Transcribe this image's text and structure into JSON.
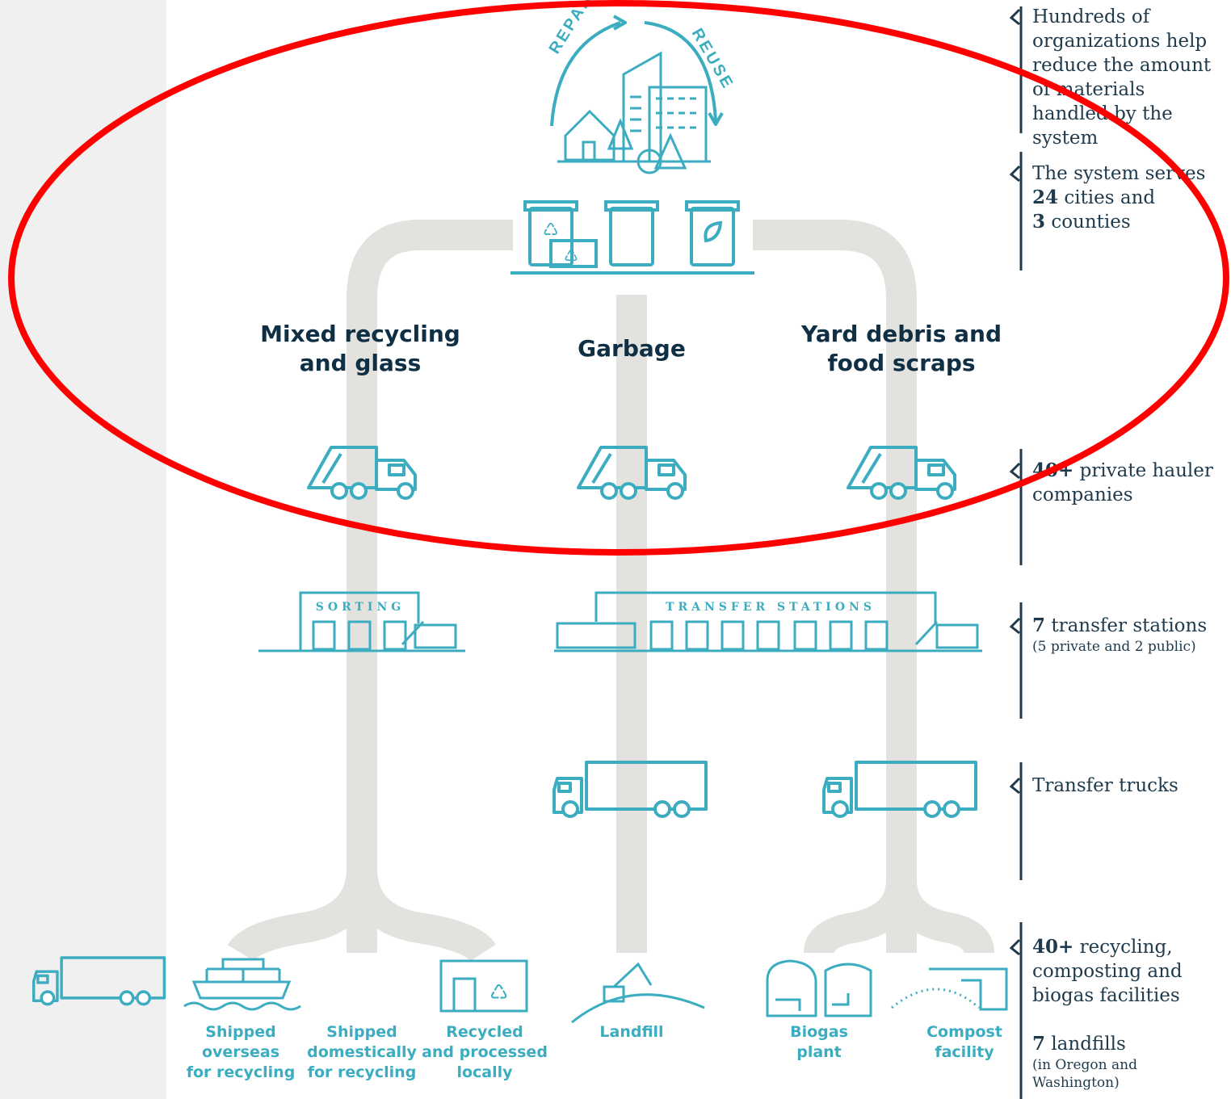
{
  "cycle": {
    "repair": "REPAIR",
    "reuse": "REUSE"
  },
  "streams": {
    "recycling": [
      "Mixed recycling",
      "and glass"
    ],
    "garbage": "Garbage",
    "yard": [
      "Yard debris and",
      "food scraps"
    ]
  },
  "facilities": {
    "sorting": "SORTING",
    "transfer": "TRANSFER STATIONS"
  },
  "outcomes": {
    "overseas": "Shipped\noverseas\nfor recycling",
    "domestic": "Shipped\ndomestically\nfor recycling",
    "local": "Recycled\nand processed\nlocally",
    "landfill": "Landfill",
    "biogas": "Biogas\nplant",
    "compost": "Compost\nfacility"
  },
  "notes": {
    "orgs": "Hundreds of organizations help reduce the amount of materials handled by the system",
    "serves": {
      "pre": "The system serves",
      "n1": "24",
      "t1": "cities and",
      "n2": "3",
      "t2": "counties"
    },
    "haulers": {
      "n": "40+",
      "t": "private hauler companies"
    },
    "transfer": {
      "n": "7",
      "t": "transfer stations",
      "sub": "(5 private and 2 public)"
    },
    "trucks": "Transfer trucks",
    "facilities": {
      "n": "40+",
      "t": "recycling, composting and biogas facilities"
    },
    "landfills": {
      "n": "7",
      "t": "landfills",
      "sub": "(in Oregon and Washington)"
    }
  },
  "colors": {
    "teal": "#3cadc0",
    "navy": "#0e2f44",
    "path": "#e4e2de",
    "sidebar": "#f0f0f0",
    "annotation": "#ff0000"
  }
}
